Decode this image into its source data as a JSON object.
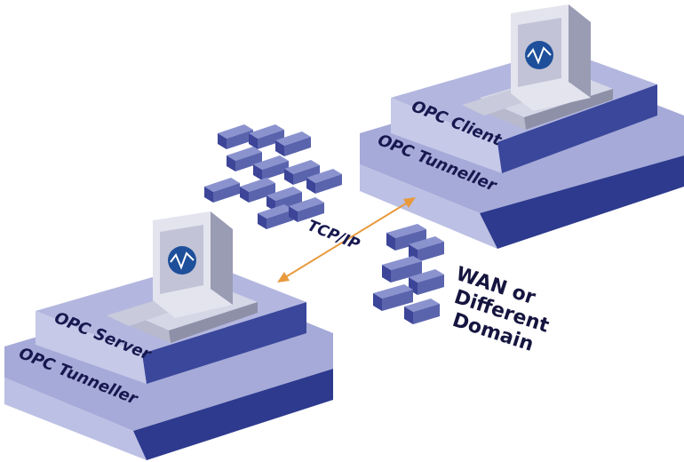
{
  "labels": {
    "client_top": "OPC Client",
    "client_bottom": "OPC Tunneller",
    "server_top": "OPC Server",
    "server_bottom": "OPC Tunneller",
    "protocol": "TCP/IP",
    "network": [
      "WAN or",
      "Different",
      "Domain"
    ]
  },
  "colors": {
    "platform_top": "#a6aad8",
    "platform_side": "#2d3a8e",
    "block_top": "#8b93cf",
    "block_side": "#3c4597",
    "arrow": "#e89a3c",
    "text": "#17184f"
  },
  "icons": {
    "computer": "computer-icon",
    "logo": "opc-logo-icon"
  }
}
